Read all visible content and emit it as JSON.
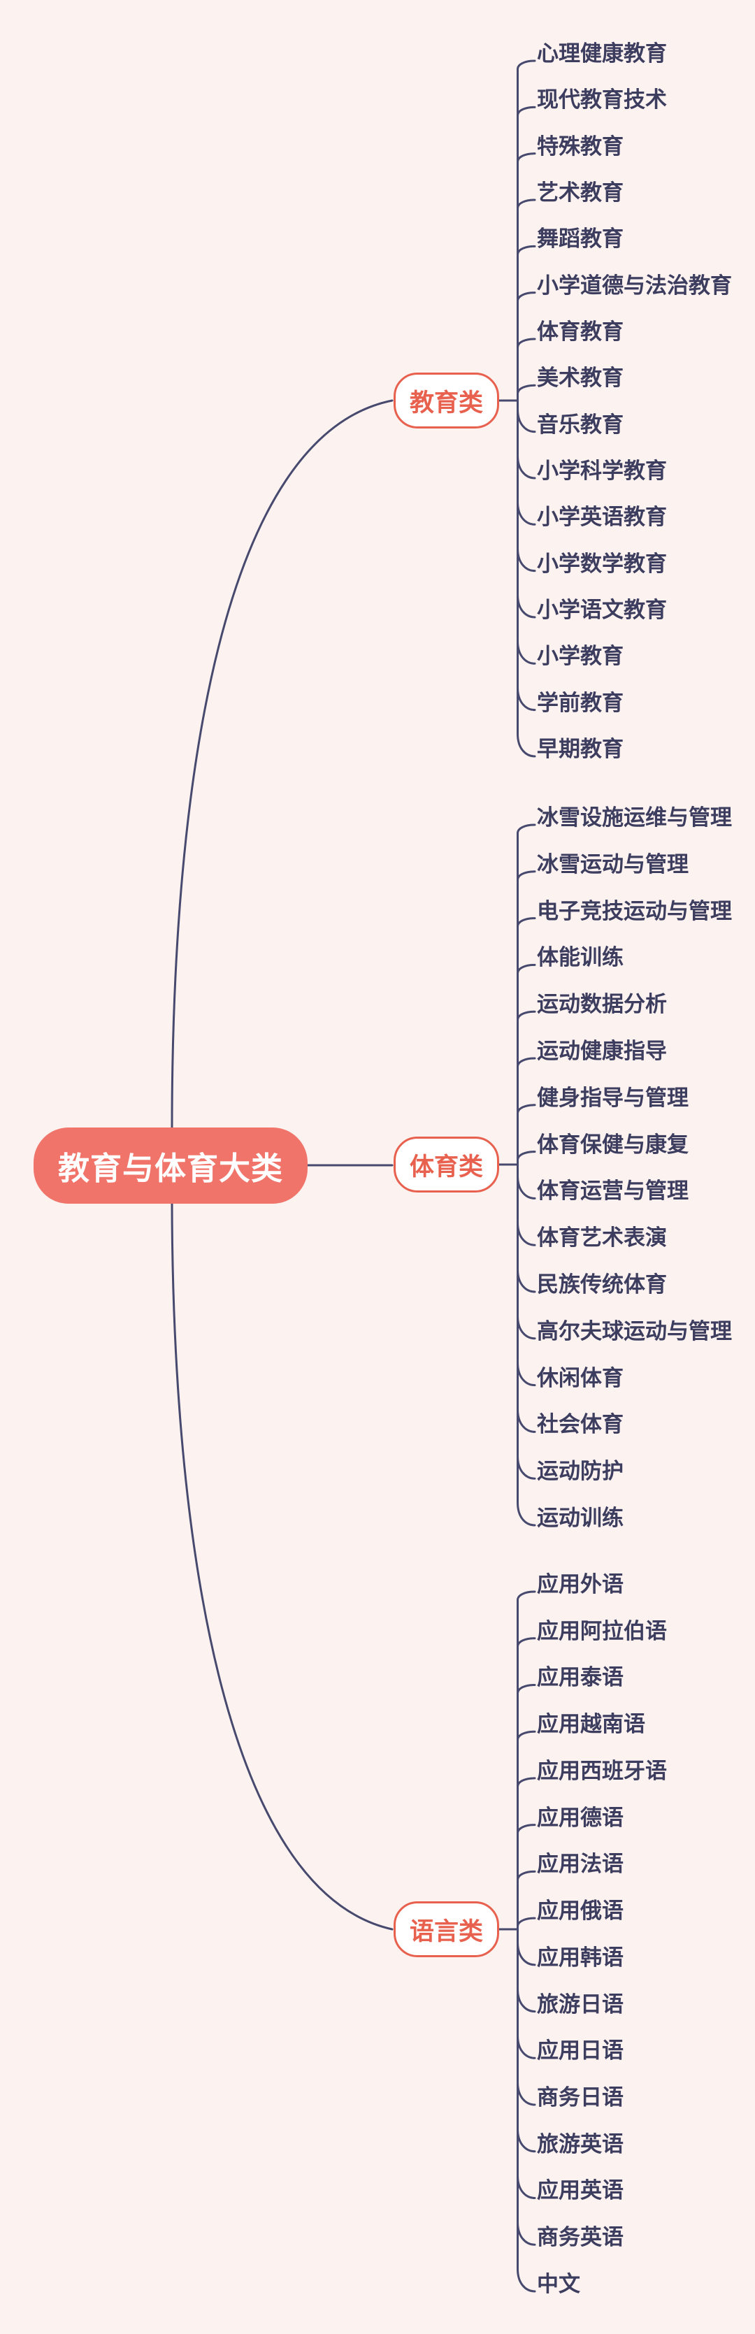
{
  "root": {
    "label": "教育与体育大类"
  },
  "colors": {
    "background": "#FCF2EF",
    "root_fill": "#F0746A",
    "root_text": "#FFFFFF",
    "branch_fill": "#FFFFFF",
    "branch_accent": "#E8614E",
    "line": "#474A6E",
    "leaf_text": "#3C3D5F"
  },
  "branches": [
    {
      "label": "教育类",
      "items": [
        "心理健康教育",
        "现代教育技术",
        "特殊教育",
        "艺术教育",
        "舞蹈教育",
        "小学道德与法治教育",
        "体育教育",
        "美术教育",
        "音乐教育",
        "小学科学教育",
        "小学英语教育",
        "小学数学教育",
        "小学语文教育",
        "小学教育",
        "学前教育",
        "早期教育"
      ]
    },
    {
      "label": "体育类",
      "items": [
        "冰雪设施运维与管理",
        "冰雪运动与管理",
        "电子竞技运动与管理",
        "体能训练",
        "运动数据分析",
        "运动健康指导",
        "健身指导与管理",
        "体育保健与康复",
        "体育运营与管理",
        "体育艺术表演",
        "民族传统体育",
        "高尔夫球运动与管理",
        "休闲体育",
        "社会体育",
        "运动防护",
        "运动训练"
      ]
    },
    {
      "label": "语言类",
      "items": [
        "应用外语",
        "应用阿拉伯语",
        "应用泰语",
        "应用越南语",
        "应用西班牙语",
        "应用德语",
        "应用法语",
        "应用俄语",
        "应用韩语",
        "旅游日语",
        "应用日语",
        "商务日语",
        "旅游英语",
        "应用英语",
        "商务英语",
        "中文"
      ]
    }
  ]
}
